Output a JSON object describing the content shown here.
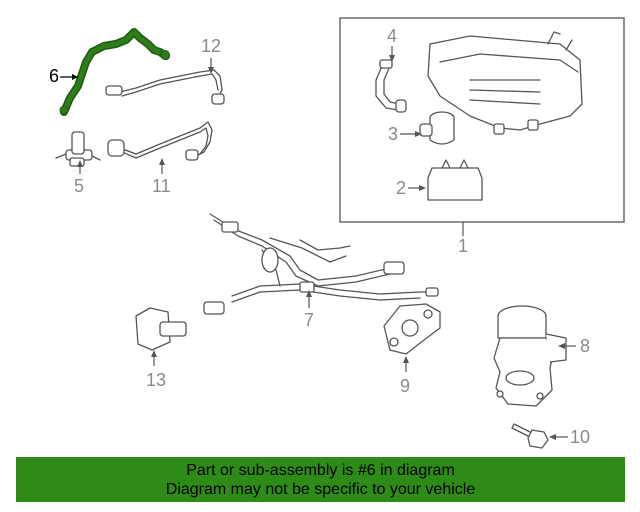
{
  "diagram": {
    "callouts": {
      "c1": "1",
      "c2": "2",
      "c3": "3",
      "c4": "4",
      "c5": "5",
      "c6": "6",
      "c7": "7",
      "c8": "8",
      "c9": "9",
      "c10": "10",
      "c11": "11",
      "c12": "12",
      "c13": "13"
    },
    "highlighted_part": "6",
    "highlight_color": "#2e7d1a"
  },
  "banner": {
    "line1": "Part or sub-assembly is #6 in diagram",
    "line2": "Diagram may not be specific to your vehicle",
    "background": "#2e8b18"
  }
}
